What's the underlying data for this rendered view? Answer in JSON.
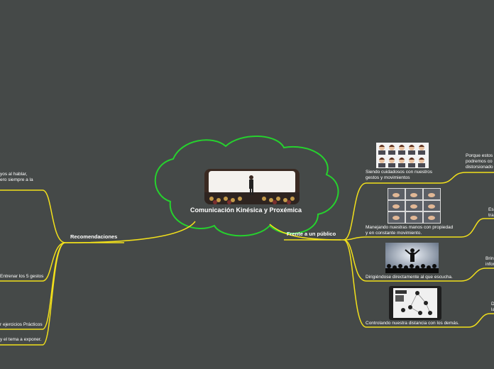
{
  "colors": {
    "background": "#454948",
    "central_outline": "#26d12e",
    "branch_line": "#f2e01b",
    "text": "#ffffff"
  },
  "central": {
    "title": "Comunicación Kinésica y Proxémica",
    "image_icon": "presenter-on-stage-photo"
  },
  "left_branch": {
    "title": "Recomendaciones",
    "items": [
      {
        "label_line1": "yos al hablar,",
        "label_line2": "ero siempre a la"
      },
      {
        "label": "Entrenar los 5 gestos"
      },
      {
        "label": "r ejercicios Prácticos"
      },
      {
        "label": "y el tema a exponer."
      }
    ]
  },
  "right_branch": {
    "title": "Frente a un público",
    "items": [
      {
        "label_line1": "Siendo cuidadosos con nuestros",
        "label_line2": "gestos y movimientos",
        "image_icon": "facial-expressions-grid-photo",
        "sub_line1": "Porque estos",
        "sub_line2": "podremos co",
        "sub_line3": "distorsionado"
      },
      {
        "label_line1": "Manejando nuestras manos con propiedad",
        "label_line2": "y en constante movimiento.",
        "image_icon": "hand-gestures-grid-photo",
        "sub_line1": "Es",
        "sub_line2": "tra"
      },
      {
        "label": "Dirigiéndose directamente al que escucha.",
        "image_icon": "speaker-silhouette-audience-photo",
        "sub_line1": "Brin",
        "sub_line2": "infor"
      },
      {
        "label": "Controlando nuestra distancia con los demás.",
        "image_icon": "proxemics-diagram-photo",
        "sub_line1": "D",
        "sub_line2": "la"
      }
    ]
  }
}
